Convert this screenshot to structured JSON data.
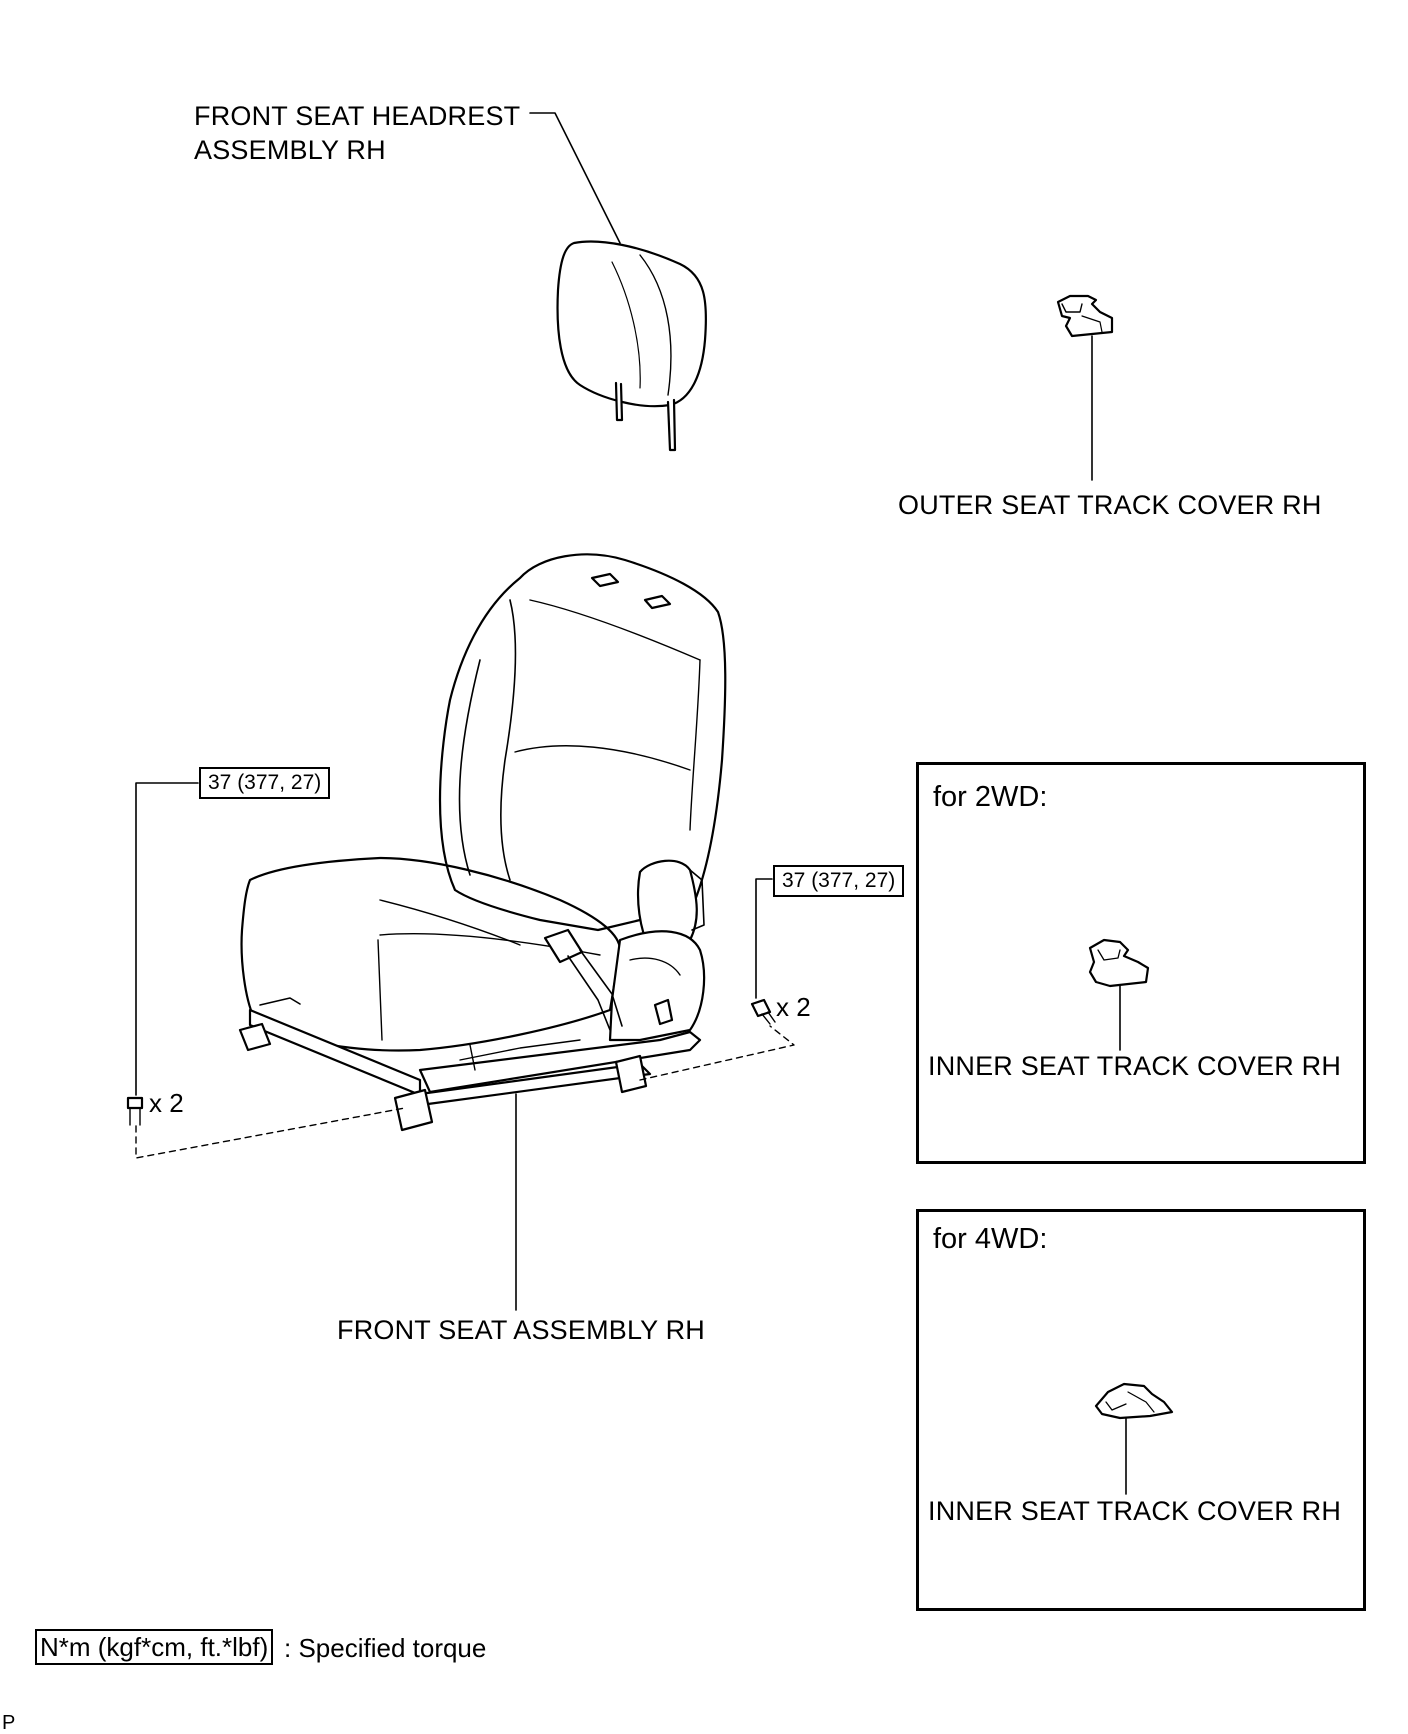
{
  "labels": {
    "headrest_line1": "FRONT SEAT HEADREST",
    "headrest_line2": "ASSEMBLY RH",
    "outer_cover": "OUTER SEAT TRACK COVER RH",
    "front_seat": "FRONT SEAT ASSEMBLY RH",
    "inner_cover_2wd": "INNER SEAT TRACK COVER RH",
    "inner_cover_4wd": "INNER SEAT TRACK COVER RH"
  },
  "torque": {
    "left": "37 (377, 27)",
    "right": "37 (377, 27)"
  },
  "quantities": {
    "left": "x 2",
    "right": "x 2"
  },
  "variants": {
    "box_2wd_title": "for 2WD:",
    "box_4wd_title": "for 4WD:"
  },
  "legend": {
    "unit_box": "N*m (kgf*cm, ft.*lbf)",
    "description": ": Specified torque"
  },
  "corner_mark": "P"
}
